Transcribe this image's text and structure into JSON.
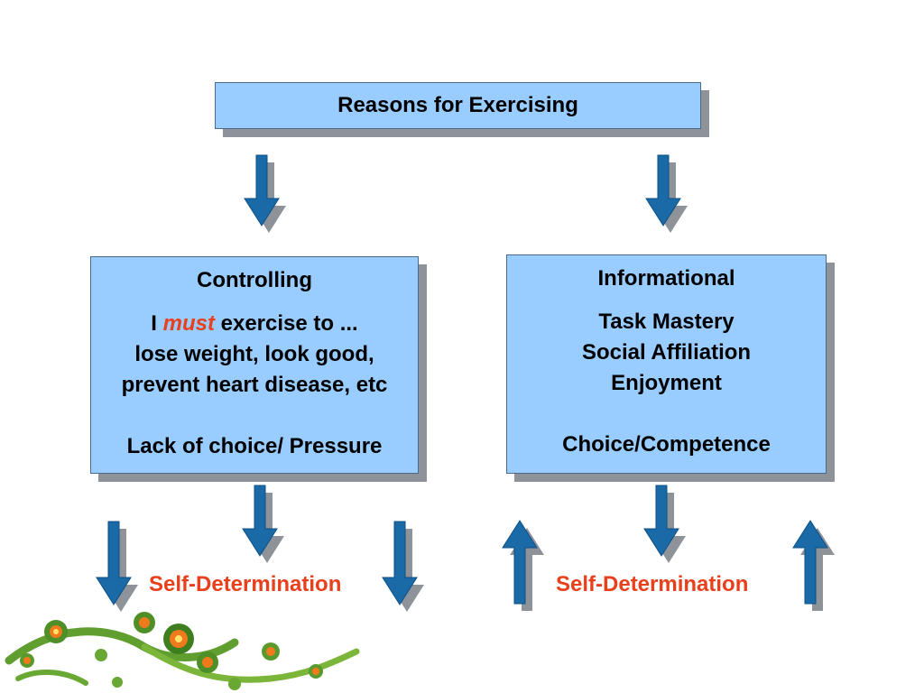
{
  "title": "Reasons for Exercising",
  "controlling": {
    "heading": "Controlling",
    "line1_prefix": "I ",
    "line1_emphasis": "must",
    "line1_suffix": " exercise to ...",
    "line2": "lose weight, look good,",
    "line3": "prevent heart disease, etc",
    "line4": "Lack of choice/ Pressure"
  },
  "informational": {
    "heading": "Informational",
    "items": [
      "Task Mastery",
      "Social Affiliation",
      "Enjoyment"
    ],
    "footer": "Choice/Competence"
  },
  "self_determination_left": "Self-Determination",
  "self_determination_right": "Self-Determination",
  "colors": {
    "box_fill": "#99ccff",
    "arrow_fill": "#1a6aa8",
    "shadow": "#8d9399",
    "accent_text": "#e8401c"
  }
}
